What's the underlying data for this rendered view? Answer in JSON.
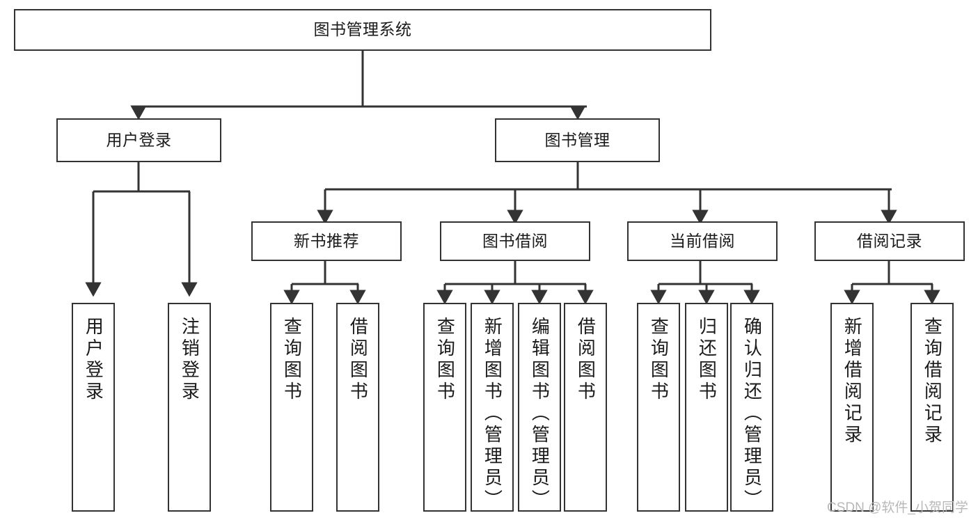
{
  "diagram": {
    "type": "tree-hierarchy",
    "title": "图书管理系统",
    "watermark": "CSDN @软件_小贺同学",
    "colors": {
      "box_border": "#333333",
      "box_fill": "#ffffff",
      "connector": "#333333",
      "text": "#1a1a1a",
      "watermark": "#b8b8b8",
      "background": "#ffffff"
    },
    "nodes": {
      "root": {
        "label": "图书管理系统",
        "level": 0
      },
      "level1": [
        {
          "id": "user-login",
          "label": "用户登录"
        },
        {
          "id": "book-manage",
          "label": "图书管理"
        }
      ],
      "level2": [
        {
          "id": "new-book-recommend",
          "label": "新书推荐",
          "parent": "book-manage"
        },
        {
          "id": "book-borrow",
          "label": "图书借阅",
          "parent": "book-manage"
        },
        {
          "id": "current-borrow",
          "label": "当前借阅",
          "parent": "book-manage"
        },
        {
          "id": "borrow-record",
          "label": "借阅记录",
          "parent": "book-manage"
        }
      ],
      "leaves": [
        {
          "id": "leaf-user-login",
          "label": "用户登录",
          "parent": "user-login"
        },
        {
          "id": "leaf-logout",
          "label": "注销登录",
          "parent": "user-login"
        },
        {
          "id": "leaf-query-book-1",
          "label": "查询图书",
          "parent": "new-book-recommend"
        },
        {
          "id": "leaf-borrow-book-1",
          "label": "借阅图书",
          "parent": "new-book-recommend"
        },
        {
          "id": "leaf-query-book-2",
          "label": "查询图书",
          "parent": "book-borrow"
        },
        {
          "id": "leaf-add-book",
          "label": "新增图书（管理员）",
          "parent": "book-borrow"
        },
        {
          "id": "leaf-edit-book",
          "label": "编辑图书（管理员）",
          "parent": "book-borrow"
        },
        {
          "id": "leaf-borrow-book-2",
          "label": "借阅图书",
          "parent": "book-borrow"
        },
        {
          "id": "leaf-query-book-3",
          "label": "查询图书",
          "parent": "current-borrow"
        },
        {
          "id": "leaf-return-book",
          "label": "归还图书",
          "parent": "current-borrow"
        },
        {
          "id": "leaf-confirm-return",
          "label": "确认归还（管理员）",
          "parent": "current-borrow"
        },
        {
          "id": "leaf-add-record",
          "label": "新增借阅记录",
          "parent": "borrow-record"
        },
        {
          "id": "leaf-query-record",
          "label": "查询借阅记录",
          "parent": "borrow-record"
        }
      ]
    }
  }
}
